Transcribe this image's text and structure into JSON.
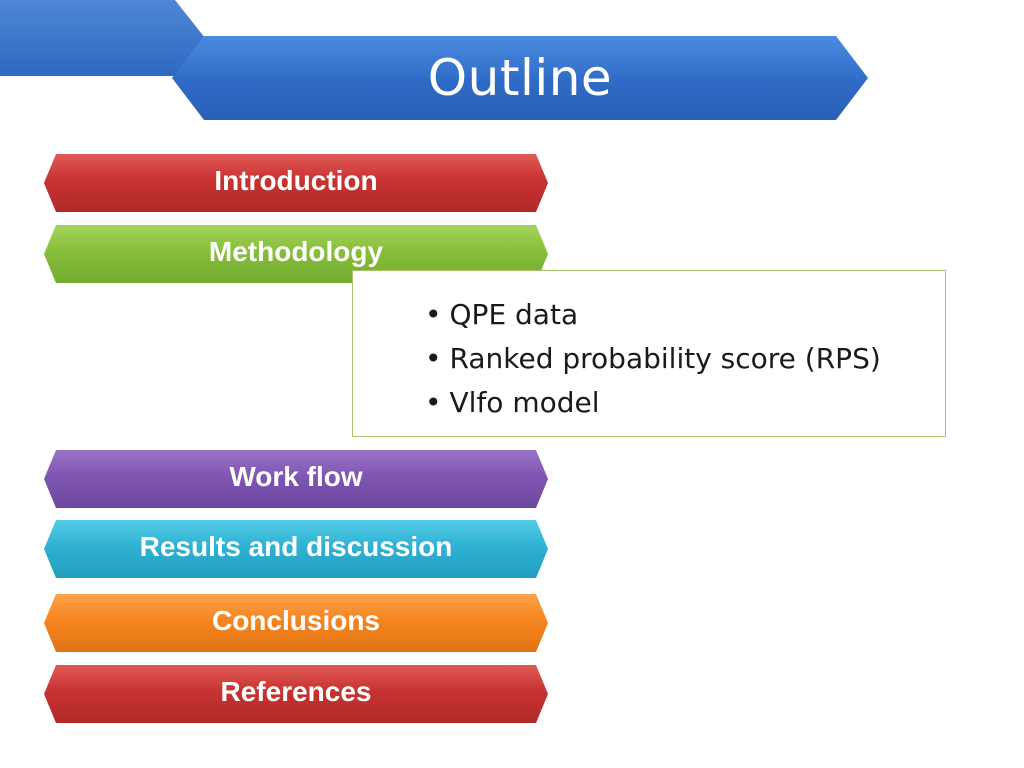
{
  "title": "Outline",
  "sections": [
    {
      "label": "Introduction",
      "color": "#c73232"
    },
    {
      "label": "Methodology",
      "color": "#86bf3a"
    },
    {
      "label": "Work flow",
      "color": "#7f56b3"
    },
    {
      "label": "Results and discussion",
      "color": "#2fb2d3"
    },
    {
      "label": "Conclusions",
      "color": "#f5851f"
    },
    {
      "label": "References",
      "color": "#c73232"
    }
  ],
  "methodology_details": [
    "QPE data",
    "Ranked probability score (RPS)",
    "Vlfo model"
  ]
}
